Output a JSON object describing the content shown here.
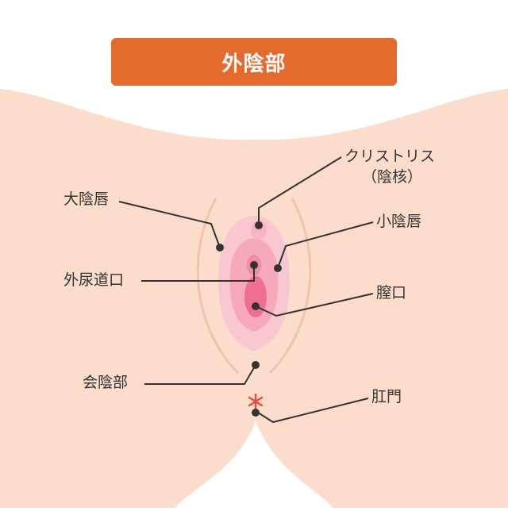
{
  "title": "外陰部",
  "labels": {
    "clitoris": "クリストリス",
    "clitoris_sub": "（陰核）",
    "labia_majora": "大陰唇",
    "labia_minora": "小陰唇",
    "urethral_opening": "外尿道口",
    "vaginal_opening": "膣口",
    "perineum": "会陰部",
    "anus": "肛門"
  },
  "colors": {
    "title_bg": "#e56a2e",
    "skin": "#fcdccb",
    "skin_line": "#f3c3ad",
    "labia_outer": "#f9c7cf",
    "labia_inner": "#f5a9ba",
    "vagina_core": "#ee6f91",
    "anus_mark": "#e6503c",
    "leader_line": "#333333"
  },
  "icons": {
    "anus_mark": "asterisk-icon"
  }
}
